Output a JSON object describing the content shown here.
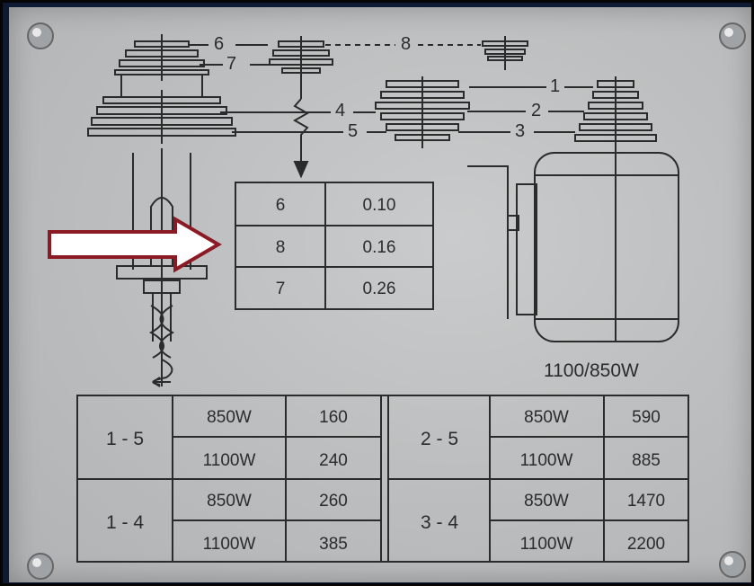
{
  "pulley_labels": {
    "n1": "1",
    "n2": "2",
    "n3": "3",
    "n4": "4",
    "n5": "5",
    "n6": "6",
    "n7": "7",
    "n8": "8"
  },
  "feed_table": [
    {
      "belt": "6",
      "feed": "0.10"
    },
    {
      "belt": "8",
      "feed": "0.16"
    },
    {
      "belt": "7",
      "feed": "0.26"
    }
  ],
  "motor_rating": "1100/850W",
  "speed_table": {
    "left": [
      {
        "position": "1 - 5",
        "rows": [
          {
            "power": "850W",
            "rpm": "160"
          },
          {
            "power": "1100W",
            "rpm": "240"
          }
        ]
      },
      {
        "position": "1 - 4",
        "rows": [
          {
            "power": "850W",
            "rpm": "260"
          },
          {
            "power": "1100W",
            "rpm": "385"
          }
        ]
      }
    ],
    "right": [
      {
        "position": "2 - 5",
        "rows": [
          {
            "power": "850W",
            "rpm": "590"
          },
          {
            "power": "1100W",
            "rpm": "885"
          }
        ]
      },
      {
        "position": "3 - 4",
        "rows": [
          {
            "power": "850W",
            "rpm": "1470"
          },
          {
            "power": "1100W",
            "rpm": "2200"
          }
        ]
      }
    ]
  },
  "colors": {
    "plate": "#c3c5c6",
    "ink": "#2b2b2b",
    "arrow_fill": "#ffffff",
    "arrow_outline": "#8b1a24",
    "frame": "#050505"
  }
}
